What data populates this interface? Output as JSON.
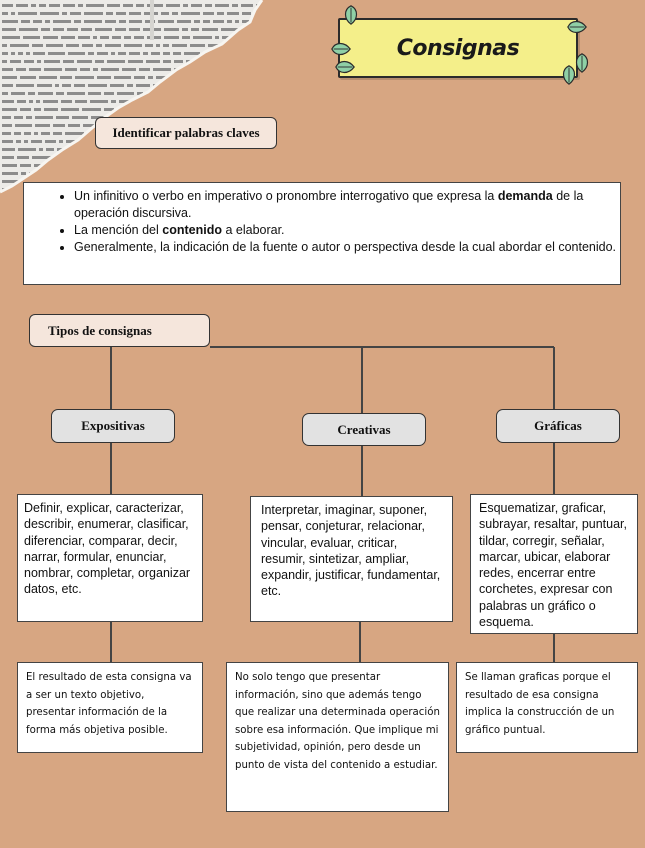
{
  "title": "Consignas",
  "keywords_label": "Identificar palabras claves",
  "bullets": [
    {
      "before": "Un infinitivo o verbo en imperativo o pronombre interrogativo que expresa la ",
      "bold": "demanda",
      "after": " de la operación discursiva."
    },
    {
      "before": "La mención del ",
      "bold": "contenido",
      "after": " a elaborar."
    },
    {
      "before": "Generalmente, la indicación de la fuente o autor o perspectiva desde la cual abordar el contenido.",
      "bold": "",
      "after": ""
    }
  ],
  "types_label": "Tipos de consignas",
  "types": [
    {
      "name": "Expositivas",
      "verbs": "Definir, explicar, caracterizar, describir, enumerar, clasificar, diferenciar, comparar, decir, narrar, formular, enunciar, nombrar, completar, organizar datos, etc.",
      "note": "El resultado de esta consigna va a ser un texto objetivo, presentar información de la forma más objetiva posible."
    },
    {
      "name": "Creativas",
      "verbs": "Interpretar, imaginar, suponer, pensar, conjeturar, relacionar, vincular, evaluar, criticar, resumir, sintetizar, ampliar, expandir, justificar, fundamentar, etc.",
      "note": "No solo tengo que presentar información, sino que además tengo que realizar una determinada operación sobre esa información. Que implique mi subjetividad, opinión, pero desde un punto de vista del contenido a estudiar."
    },
    {
      "name": "Gráficas",
      "verbs": "Esquematizar, graficar, subrayar, resaltar, puntuar, tildar, corregir, señalar, marcar, ubicar, elaborar redes, encerrar entre corchetes, expresar con palabras un gráfico o esquema.",
      "note": "Se llaman graficas porque el resultado de esa consigna implica la construcción de un gráfico puntual."
    }
  ],
  "colors": {
    "background": "#d7a682",
    "banner": "#f4ef8a",
    "pill": "#f5e6dc",
    "type_pill": "#e2e2e2",
    "leaf": "#8fd0a6"
  }
}
